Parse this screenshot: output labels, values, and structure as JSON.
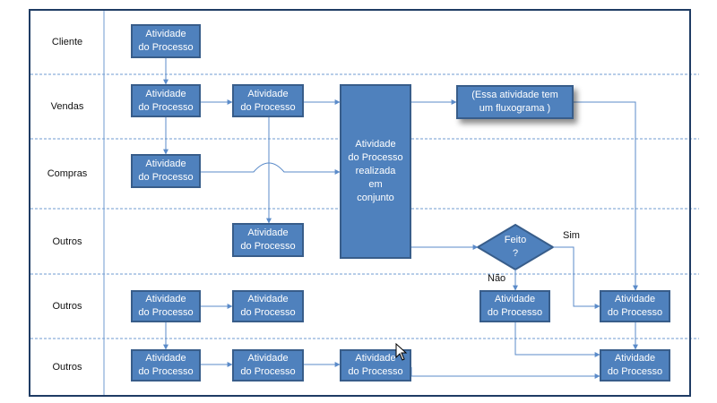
{
  "lanes": [
    "Cliente",
    "Vendas",
    "Compras",
    "Outros",
    "Outros",
    "Outros"
  ],
  "boxes": {
    "cliente_1": "Atividade\ndo Processo",
    "vendas_1": "Atividade\ndo Processo",
    "vendas_2": "Atividade\ndo Processo",
    "compras_1": "Atividade\ndo Processo",
    "outros1_1": "Atividade\ndo Processo",
    "conjunto": "Atividade\ndo Processo\nrealizada\nem\nconjunto",
    "subprocesso": "(Essa atividade tem\num fluxograma )",
    "outros2_1": "Atividade\ndo Processo",
    "outros2_2": "Atividade\ndo Processo",
    "outros2_nao": "Atividade\ndo Processo",
    "outros2_sim": "Atividade\ndo Processo",
    "outros3_1": "Atividade\ndo Processo",
    "outros3_2": "Atividade\ndo Processo",
    "outros3_3": "Atividade\ndo Processo",
    "outros3_final": "Atividade\ndo Processo"
  },
  "decision": {
    "label": "Feito\n?",
    "yes_label": "Sim",
    "no_label": "Não"
  },
  "colors": {
    "box_fill": "#4f81bd",
    "box_border": "#385d8a",
    "frame": "#1f3c64",
    "lane_divider": "#6f9bd1",
    "connector": "#5b8bc9"
  }
}
